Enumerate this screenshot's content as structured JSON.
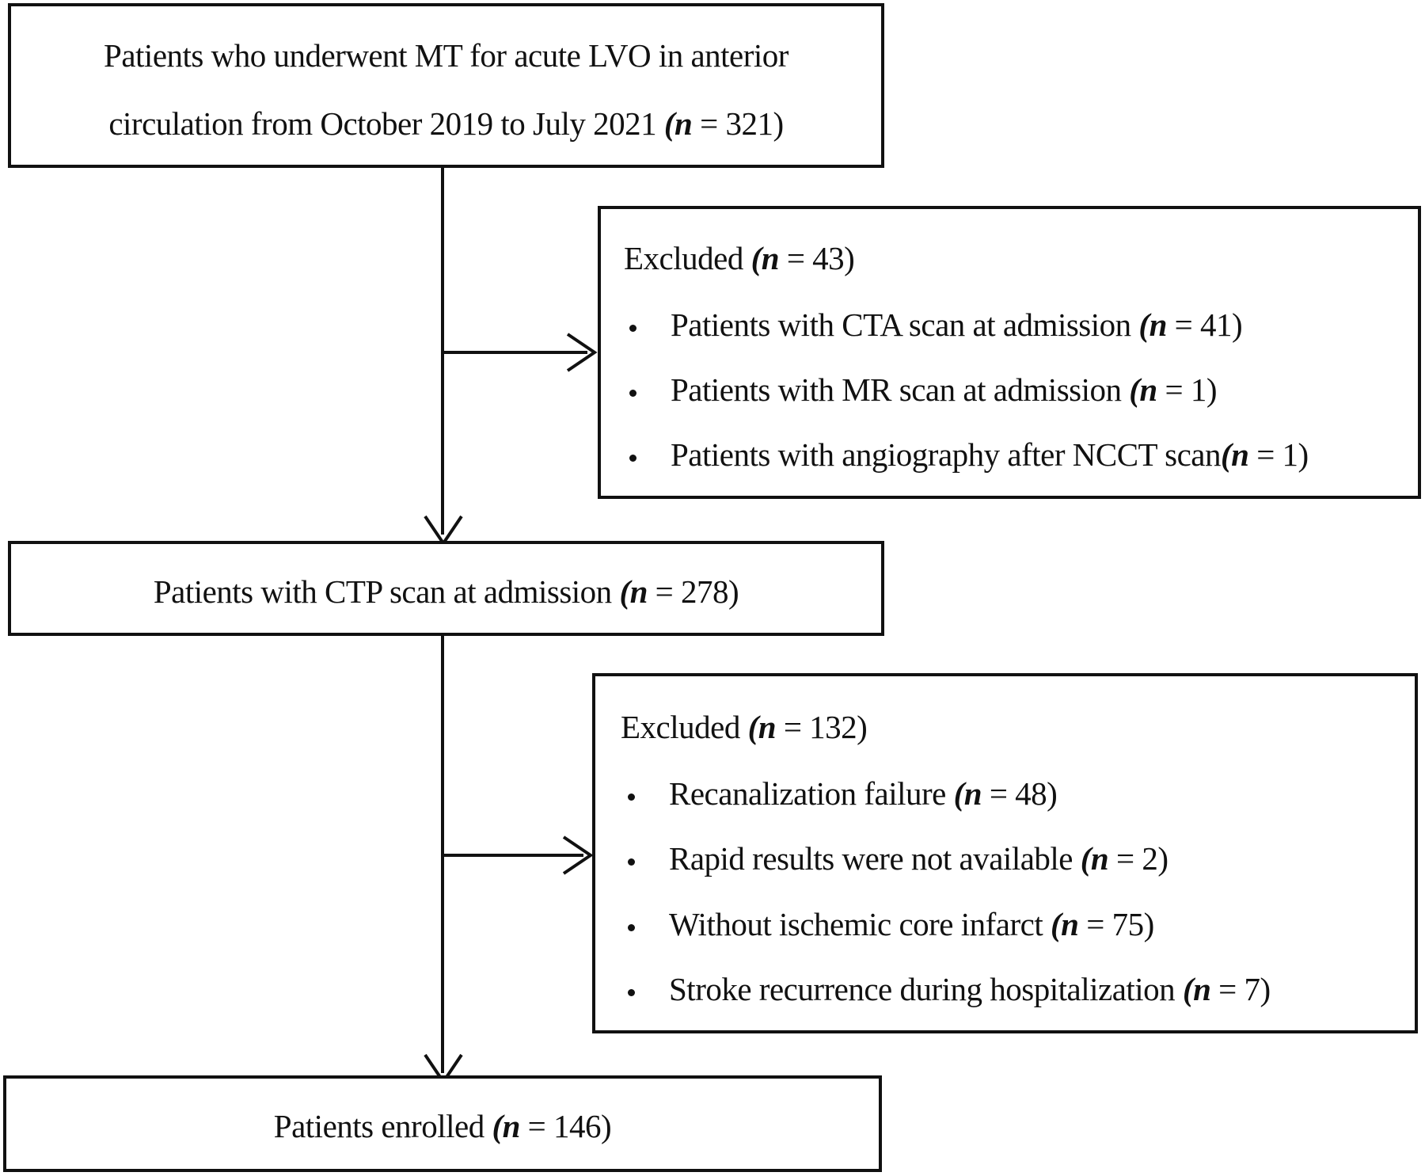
{
  "box1": {
    "line1": "Patients who underwent MT for acute LVO in anterior",
    "line2_text": "circulation  from October 2019 to July 2021  ",
    "n_open": "(",
    "n_var": "n",
    "n_close": " = 321)"
  },
  "excluded1": {
    "head_text": "Excluded ",
    "head_open": "(",
    "n_var": "n",
    "head_close": " = 43)",
    "items": [
      {
        "text": "Patients with CTA scan at admission ",
        "open": "(",
        "n": "n",
        "close": " = 41)"
      },
      {
        "text": "Patients with MR scan at admission  ",
        "open": "(",
        "n": "n",
        "close": " = 1)"
      },
      {
        "text": "Patients with angiography after NCCT scan",
        "open": "(",
        "n": "n",
        "close": " = 1)"
      }
    ]
  },
  "box2": {
    "text": "Patients with CTP scan at admission ",
    "open": "(",
    "n_var": "n",
    "close": " = 278)"
  },
  "excluded2": {
    "head_text": "Excluded ",
    "head_open": "(",
    "n_var": "n",
    "head_close": " = 132)",
    "items": [
      {
        "text": "Recanalization  failure  ",
        "open": "(",
        "n": "n",
        "close": " = 48)"
      },
      {
        "text": "Rapid  results were not available  ",
        "open": "(",
        "n": "n",
        "close": " = 2)"
      },
      {
        "text": "Without  ischemic core infarct  ",
        "open": "(",
        "n": "n",
        "close": " = 75)"
      },
      {
        "text": "Stroke recurrence during hospitalization  ",
        "open": "(",
        "n": "n",
        "close": " = 7)"
      }
    ]
  },
  "box3": {
    "text": "Patients enrolled ",
    "open": "(",
    "n_var": "n",
    "close": " = 146)"
  }
}
